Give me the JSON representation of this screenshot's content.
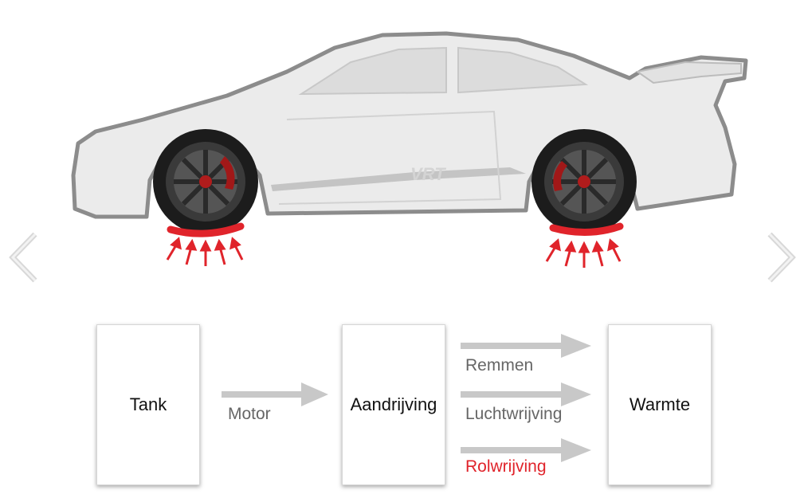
{
  "colors": {
    "car_body": "#ebebeb",
    "car_outline": "#8c8c8c",
    "tire": "#1c1c1c",
    "rolling_resistance": "#e0242b",
    "flow_arrow": "#c8c8c8",
    "label_text": "#666666",
    "box_text": "#111111"
  },
  "car": {
    "decal_text": "VRT"
  },
  "navigation": {
    "prev_icon": "chevron-left-icon",
    "next_icon": "chevron-right-icon"
  },
  "diagram": {
    "nodes": {
      "tank": "Tank",
      "drivetrain": "Aandrijving",
      "heat": "Warmte"
    },
    "edges": {
      "motor": "Motor",
      "brakes": "Remmen",
      "air_friction": "Luchtwrijving",
      "rolling_friction": "Rolwrijving"
    }
  }
}
